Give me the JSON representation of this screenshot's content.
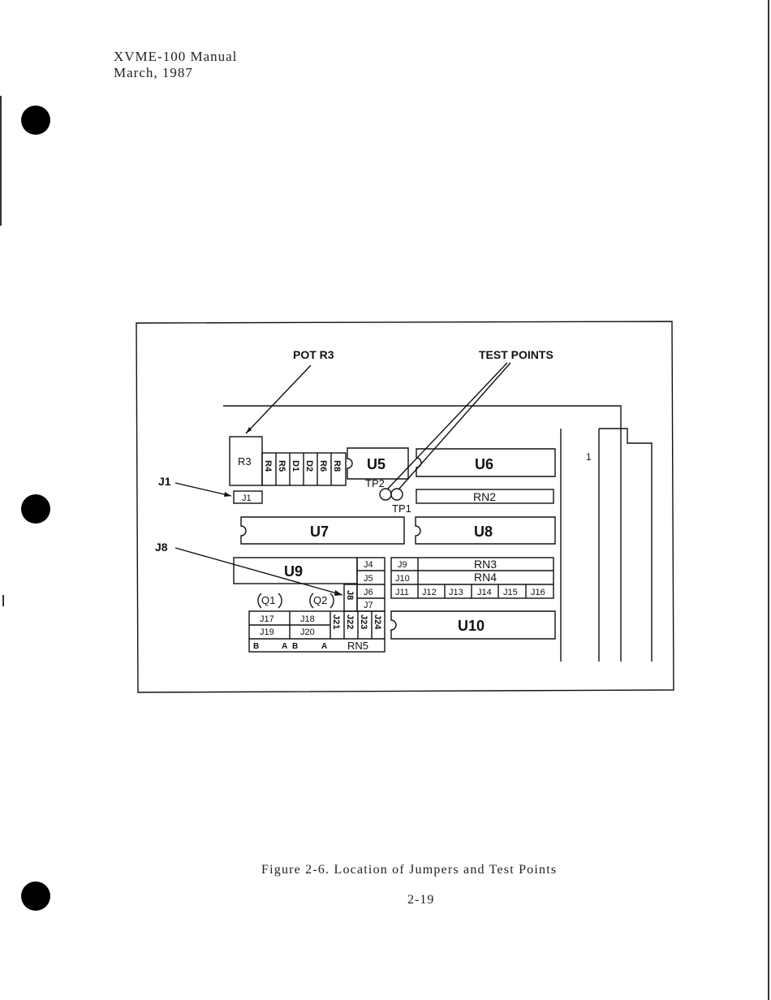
{
  "header": {
    "line1": "XVME-100 Manual",
    "line2": "March, 1987"
  },
  "figure": {
    "callouts": {
      "pot": "POT R3",
      "test_points": "TEST POINTS",
      "j1": "J1",
      "j8": "J8"
    },
    "components": {
      "r3": "R3",
      "small_parts": [
        "R4",
        "R5",
        "D1",
        "D2",
        "R6",
        "R8"
      ],
      "u5": "U5",
      "u6": "U6",
      "u7": "U7",
      "u8": "U8",
      "u9": "U9",
      "u10": "U10",
      "rn2": "RN2",
      "rn3": "RN3",
      "rn4": "RN4",
      "rn5": "RN5",
      "tp1": "TP1",
      "tp2": "TP2",
      "q1": "Q1",
      "q2": "Q2",
      "j1_box": "J1",
      "j_stack": [
        "J4",
        "J5",
        "J6",
        "J7"
      ],
      "j8_vertical": "J8",
      "j9": "J9",
      "j10": "J10",
      "j_row": [
        "J11",
        "J12",
        "J13",
        "J14",
        "J15",
        "J16"
      ],
      "j17": "J17",
      "j18": "J18",
      "j19": "J19",
      "j20": "J20",
      "j_vertical": [
        "J21",
        "J22",
        "J23",
        "J24"
      ],
      "rn5_b1": "B",
      "rn5_a1": "A",
      "rn5_b2": "B",
      "rn5_a2": "A",
      "connector_pin": "1"
    }
  },
  "caption": "Figure 2-6.  Location of Jumpers and Test Points",
  "page_number": "2-19"
}
